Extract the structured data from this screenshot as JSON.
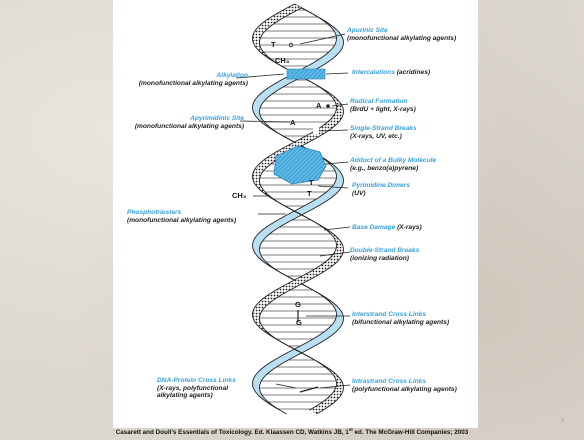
{
  "labels": {
    "apurinic_site": {
      "title": "Apurinic Site",
      "sub": "(monofunctional alkylating agents)"
    },
    "alkylation": {
      "title": "Alkylation",
      "sub": "(monofunctional alkylating agents)"
    },
    "intercalations": {
      "title": "Intercalations",
      "sub": "(acridines)"
    },
    "radical_formation": {
      "title": "Radical Formation",
      "sub": "(BrdU + light, X-rays)"
    },
    "apyrimidinic_site": {
      "title": "Apyrimidinic Site",
      "sub": "(monofunctional alkylating agents)"
    },
    "single_strand_breaks": {
      "title": "Single-Strand Breaks",
      "sub": "(X-rays, UV, etc.)"
    },
    "adduct": {
      "title": "Adduct of a Bulky Molecule",
      "sub": "(e.g., benzo(a)pyrene)"
    },
    "pyrimidine_dimers": {
      "title": "Pyrimidine Dimers",
      "sub": "(UV)"
    },
    "phosphotriesters": {
      "title": "Phosphotriesters",
      "sub": "(monofunctional alkylating agents)"
    },
    "base_damage": {
      "title": "Base Damage",
      "sub": "(X-rays)"
    },
    "double_strand_breaks": {
      "title": "Double-Strand Breaks",
      "sub": "(ionizing radiation)"
    },
    "interstrand_cross_links": {
      "title": "Interstrand Cross Links",
      "sub": "(bifunctional alkylating agents)"
    },
    "dna_protein_cross_links": {
      "title": "DNA-Protein Cross Links",
      "sub1": "(X-rays, polyfunctional",
      "sub2": "alkylating agents)"
    },
    "intrastrand_cross_links": {
      "title": "Intrastrand Cross Links",
      "sub": "(polyfunctional alkylating agents)"
    }
  },
  "bases": {
    "t1": "T",
    "ch3a": "CH₃",
    "a1": "A",
    "a2": "A",
    "t2": "T",
    "t3": "T",
    "ch3b": "CH₃",
    "g1": "G",
    "g2": "G"
  },
  "citation": {
    "pre": "Casarett and Doull’s Essentials of Toxicology. Ed. Klaassen CD, Watkins JB, 1",
    "sup": "st",
    "post": " ed. The McGraw-Hill Companies; 2003"
  },
  "page_number": "5",
  "colors": {
    "accent": "#3aa0d9",
    "strand_fill": "#b9dff3",
    "text": "#222222"
  }
}
